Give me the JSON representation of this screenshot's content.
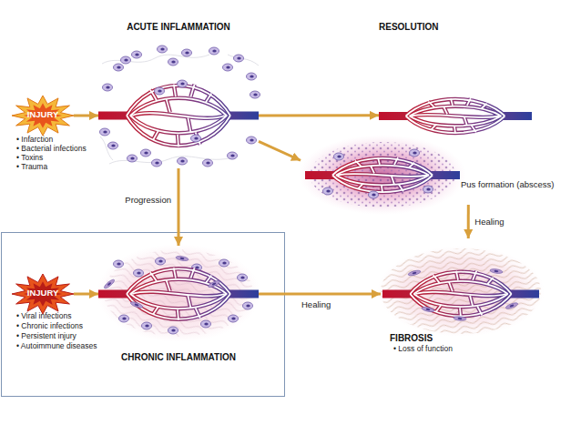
{
  "diagram": {
    "nodes": [
      {
        "text": [
          "INJURY",
          "• Infarction",
          "• Bacterial infections",
          "• Toxins",
          "• Trauma"
        ]
      },
      {
        "text": [
          "ACUTE INFLAMMATION"
        ]
      },
      {
        "text": [
          "RESOLUTION"
        ]
      },
      {
        "text": [
          "Pus formation (abscess)"
        ]
      },
      {
        "text": [
          "INJURY",
          "• Viral infections",
          "• Chronic infections",
          "• Persistent injury",
          "• Autoimmune diseases"
        ]
      },
      {
        "text": [
          "CHRONIC INFLAMMATION"
        ]
      },
      {
        "text": [
          "FIBROSIS",
          "• Loss of function"
        ]
      }
    ],
    "edges": [
      {
        "from": 0,
        "to": 1,
        "arrow": "to"
      },
      {
        "from": 1,
        "to": 2,
        "arrow": "to"
      },
      {
        "from": 1,
        "to": 3,
        "arrow": "to"
      },
      {
        "from": 1,
        "to": 5,
        "label": "Progression",
        "arrow": "to"
      },
      {
        "from": 3,
        "to": 6,
        "label": "Healing",
        "arrow": "to"
      },
      {
        "from": 4,
        "to": 5,
        "arrow": "to"
      },
      {
        "from": 5,
        "to": 6,
        "label": "Healing",
        "arrow": "to"
      }
    ]
  }
}
